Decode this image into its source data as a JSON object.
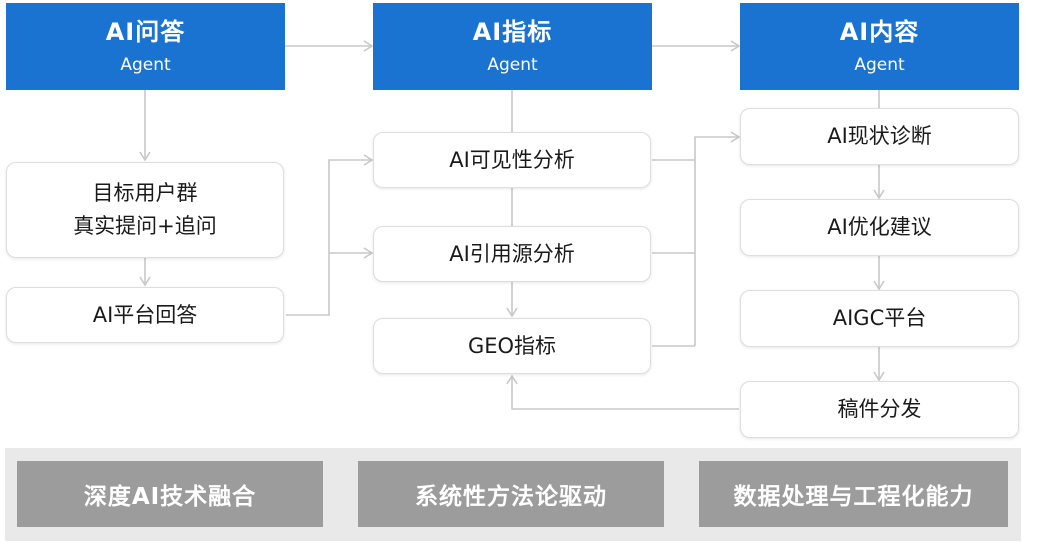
{
  "agents": [
    {
      "title": "AI问答",
      "subtitle": "Agent"
    },
    {
      "title": "AI指标",
      "subtitle": "Agent"
    },
    {
      "title": "AI内容",
      "subtitle": "Agent"
    }
  ],
  "qa_steps": {
    "audience_line1": "目标用户群",
    "audience_line2": "真实提问+追问",
    "platform_answer": "AI平台回答"
  },
  "metric_steps": [
    "AI可见性分析",
    "AI引用源分析",
    "GEO指标"
  ],
  "content_steps": [
    "AI现状诊断",
    "AI优化建议",
    "AIGC平台",
    "稿件分发"
  ],
  "capabilities": [
    "深度AI技术融合",
    "系统性方法论驱动",
    "数据处理与工程化能力"
  ],
  "colors": {
    "header_blue": "#1a73d0",
    "capability_gray": "#9c9c9c",
    "connector_gray": "#c8c8c8"
  }
}
